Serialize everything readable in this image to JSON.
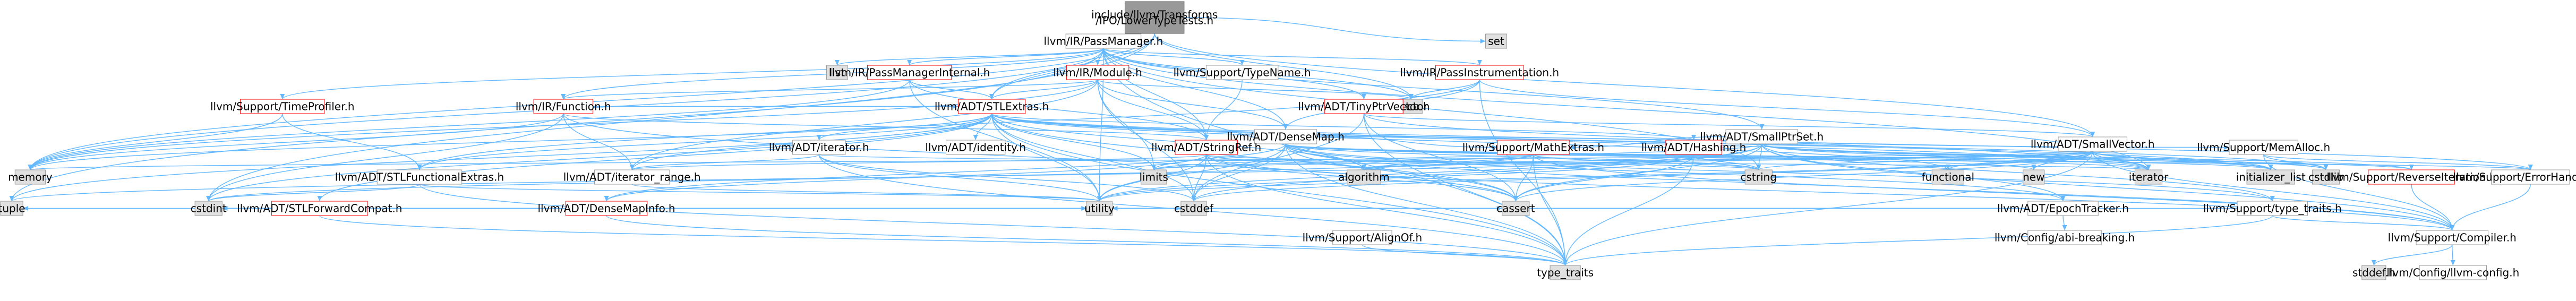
{
  "colors": {
    "edge": "#63b8ff",
    "node_fill": "#ffffff",
    "node_border": "#999999",
    "node_text": "#000000",
    "root_fill": "#999999",
    "root_border": "#666666",
    "warning_border": "#ff0000",
    "system_fill": "#e0e0e0"
  },
  "nodes": {
    "root": "include/llvm/Transforms\n/IPO/LowerTypeTests.h",
    "pass_manager": "llvm/IR/PassManager.h",
    "set": "set",
    "list": "list",
    "pm_internal": "llvm/IR/PassManagerInternal.h",
    "ir_module": "llvm/IR/Module.h",
    "type_name": "llvm/Support/TypeName.h",
    "pass_instr": "llvm/IR/PassInstrumentation.h",
    "time_profiler": "llvm/Support/TimeProfiler.h",
    "ir_function": "llvm/IR/Function.h",
    "stl_extras": "llvm/ADT/STLExtras.h",
    "vector": "vector",
    "tinyptr": "llvm/ADT/TinyPtrVector.h",
    "densemap": "llvm/ADT/DenseMap.h",
    "smallptrset": "llvm/ADT/SmallPtrSet.h",
    "adt_iterator": "llvm/ADT/iterator.h",
    "adt_identity": "llvm/ADT/identity.h",
    "stringref": "llvm/ADT/StringRef.h",
    "mathextras": "llvm/Support/MathExtras.h",
    "hashing": "llvm/ADT/Hashing.h",
    "smallvector": "llvm/ADT/SmallVector.h",
    "memalloc": "llvm/Support/MemAlloc.h",
    "memory": "memory",
    "stl_funcext": "llvm/ADT/STLFunctionalExtras.h",
    "iterator_range": "llvm/ADT/iterator_range.h",
    "limits": "limits",
    "algorithm": "algorithm",
    "cstring": "cstring",
    "functional": "functional",
    "new": "new",
    "iterator": "iterator",
    "initializer_list": "initializer_list",
    "cstdlib": "cstdlib",
    "reverse_iter": "llvm/Support/ReverseIteration.h",
    "errorhandling": "llvm/Support/ErrorHandling.h",
    "tuple": "tuple",
    "cstdint": "cstdint",
    "stl_forward": "llvm/ADT/STLForwardCompat.h",
    "densemapinfo": "llvm/ADT/DenseMapInfo.h",
    "utility": "utility",
    "cstddef": "cstddef",
    "cassert": "cassert",
    "epoch": "llvm/ADT/EpochTracker.h",
    "type_traits_h": "llvm/Support/type_traits.h",
    "compiler": "llvm/Support/Compiler.h",
    "alignof": "llvm/Support/AlignOf.h",
    "abi_breaking": "llvm/Config/abi-breaking.h",
    "type_traits": "type_traits",
    "stddef": "stddef.h",
    "llvm_config": "llvm/Config/llvm-config.h"
  }
}
